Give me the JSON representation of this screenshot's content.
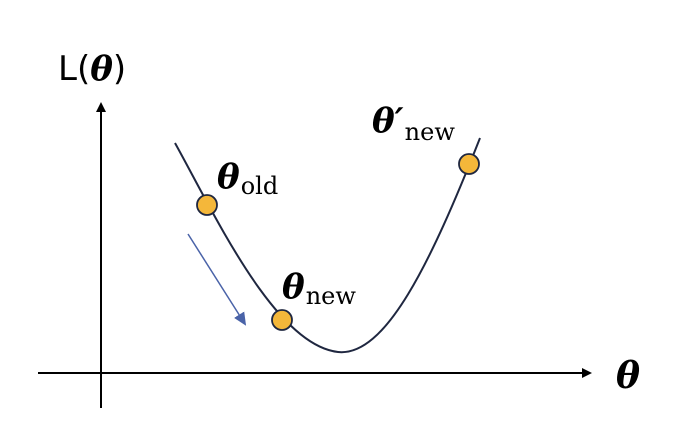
{
  "axes": {
    "y_label": {
      "prefix": "L(",
      "symbol": "θ",
      "suffix": ")"
    },
    "x_label": "θ"
  },
  "points": {
    "old": {
      "symbol": "θ",
      "subscript": "old"
    },
    "new": {
      "symbol": "θ",
      "subscript": "new"
    },
    "new_prime": {
      "symbol": "θ′",
      "subscript": "new"
    }
  },
  "colors": {
    "point_fill": "#f4b73a",
    "curve": "#1f2740",
    "arrow": "#4a63a8",
    "axis": "#000000"
  }
}
